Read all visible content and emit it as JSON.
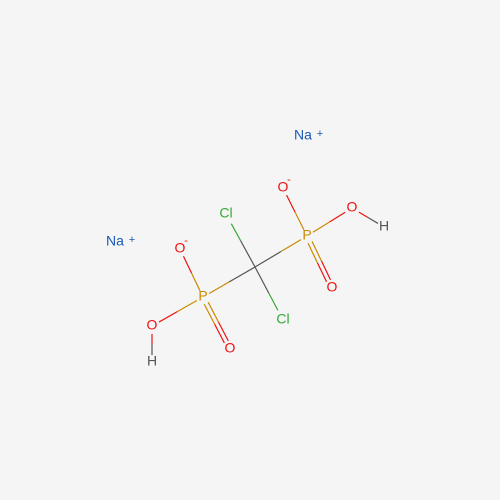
{
  "molecule": {
    "colors": {
      "P": "#cc8800",
      "O": "#ee1111",
      "Cl": "#33aa33",
      "Na": "#1a5ab8",
      "H": "#555555",
      "C": "#555555"
    },
    "atoms": [
      {
        "id": "na1",
        "element": "Na",
        "label": "Na",
        "charge": "+"
      },
      {
        "id": "na2",
        "element": "Na",
        "label": "Na",
        "charge": "+"
      },
      {
        "id": "o_minus_1",
        "element": "O",
        "label": "O",
        "charge": "-"
      },
      {
        "id": "o_minus_2",
        "element": "O",
        "label": "O",
        "charge": "-"
      },
      {
        "id": "cl1",
        "element": "Cl",
        "label": "Cl",
        "charge": ""
      },
      {
        "id": "cl2",
        "element": "Cl",
        "label": "Cl",
        "charge": ""
      },
      {
        "id": "p1",
        "element": "P",
        "label": "P",
        "charge": ""
      },
      {
        "id": "p2",
        "element": "P",
        "label": "P",
        "charge": ""
      },
      {
        "id": "o_h_1",
        "element": "O",
        "label": "O",
        "charge": ""
      },
      {
        "id": "o_h_2",
        "element": "O",
        "label": "O",
        "charge": ""
      },
      {
        "id": "h1",
        "element": "H",
        "label": "H",
        "charge": ""
      },
      {
        "id": "h2",
        "element": "H",
        "label": "H",
        "charge": ""
      },
      {
        "id": "o_dbl_1",
        "element": "O",
        "label": "O",
        "charge": ""
      },
      {
        "id": "o_dbl_2",
        "element": "O",
        "label": "O",
        "charge": ""
      },
      {
        "id": "c1",
        "element": "C",
        "label": "",
        "charge": ""
      }
    ],
    "bonds": [
      {
        "a": "c1",
        "b": "cl1",
        "order": 1
      },
      {
        "a": "c1",
        "b": "cl2",
        "order": 1
      },
      {
        "a": "c1",
        "b": "p1",
        "order": 1
      },
      {
        "a": "c1",
        "b": "p2",
        "order": 1
      },
      {
        "a": "p1",
        "b": "o_minus_1",
        "order": 1
      },
      {
        "a": "p1",
        "b": "o_h_1",
        "order": 1
      },
      {
        "a": "p1",
        "b": "o_dbl_1",
        "order": 2
      },
      {
        "a": "o_h_1",
        "b": "h1",
        "order": 1
      },
      {
        "a": "p2",
        "b": "o_minus_2",
        "order": 1
      },
      {
        "a": "p2",
        "b": "o_h_2",
        "order": 1
      },
      {
        "a": "p2",
        "b": "o_dbl_2",
        "order": 2
      },
      {
        "a": "o_h_2",
        "b": "h2",
        "order": 1
      }
    ]
  }
}
